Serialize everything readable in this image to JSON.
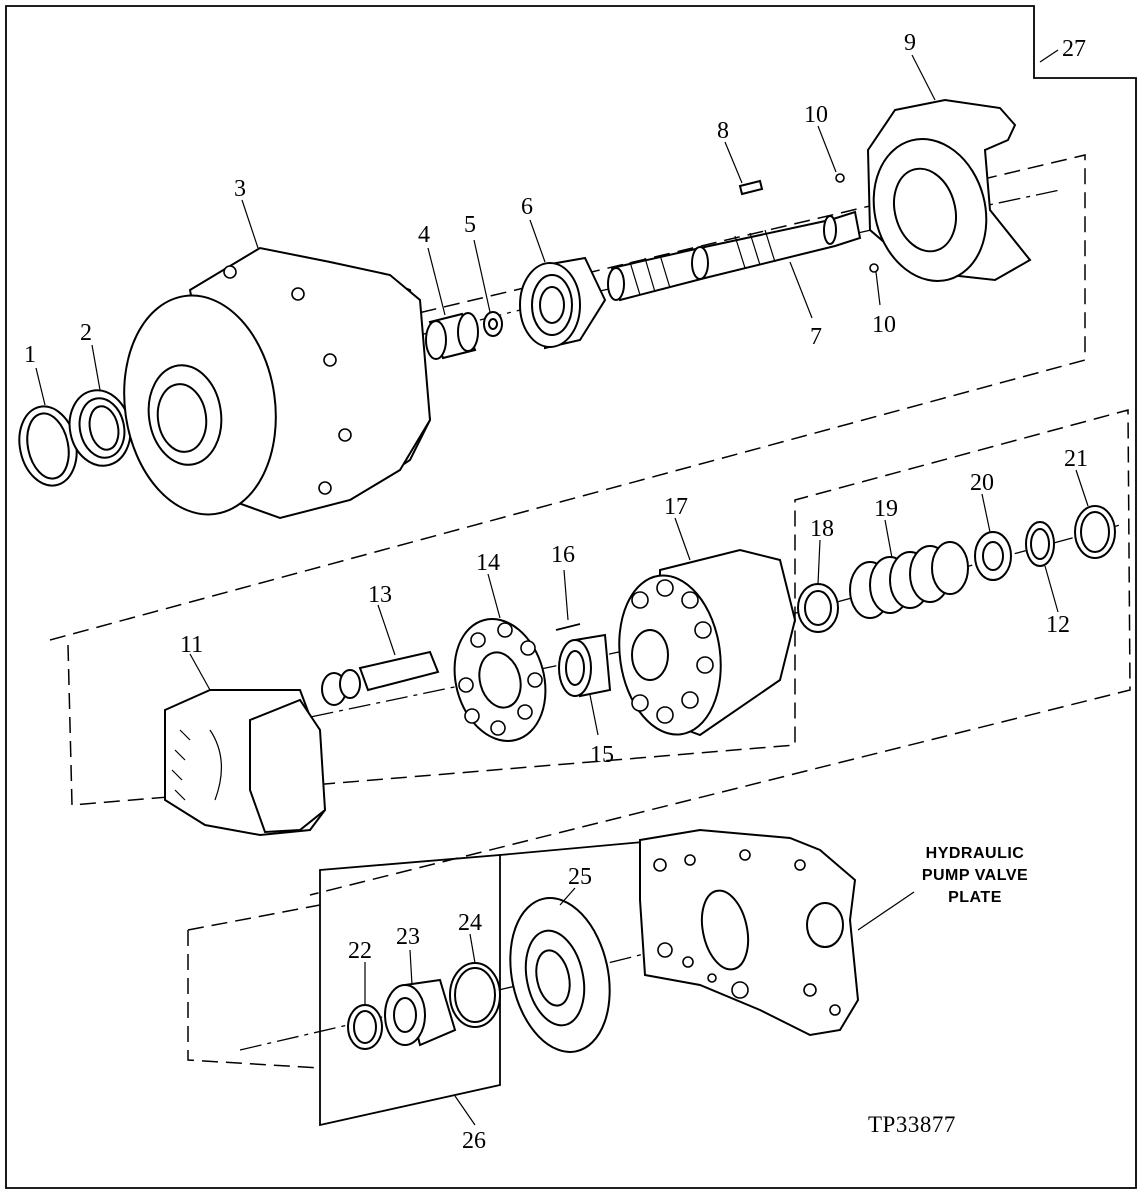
{
  "diagram": {
    "frame_label": "27",
    "figure_id": "TP33877",
    "callout_lines": [
      "HYDRAULIC",
      "PUMP VALVE",
      "PLATE"
    ],
    "parts": {
      "p1": "1",
      "p2": "2",
      "p3": "3",
      "p4": "4",
      "p5": "5",
      "p6": "6",
      "p7": "7",
      "p8": "8",
      "p9": "9",
      "p10a": "10",
      "p10b": "10",
      "p11": "11",
      "p12": "12",
      "p13": "13",
      "p14": "14",
      "p15": "15",
      "p16": "16",
      "p17": "17",
      "p18": "18",
      "p19": "19",
      "p20": "20",
      "p21": "21",
      "p22": "22",
      "p23": "23",
      "p24": "24",
      "p25": "25",
      "p26": "26"
    }
  }
}
